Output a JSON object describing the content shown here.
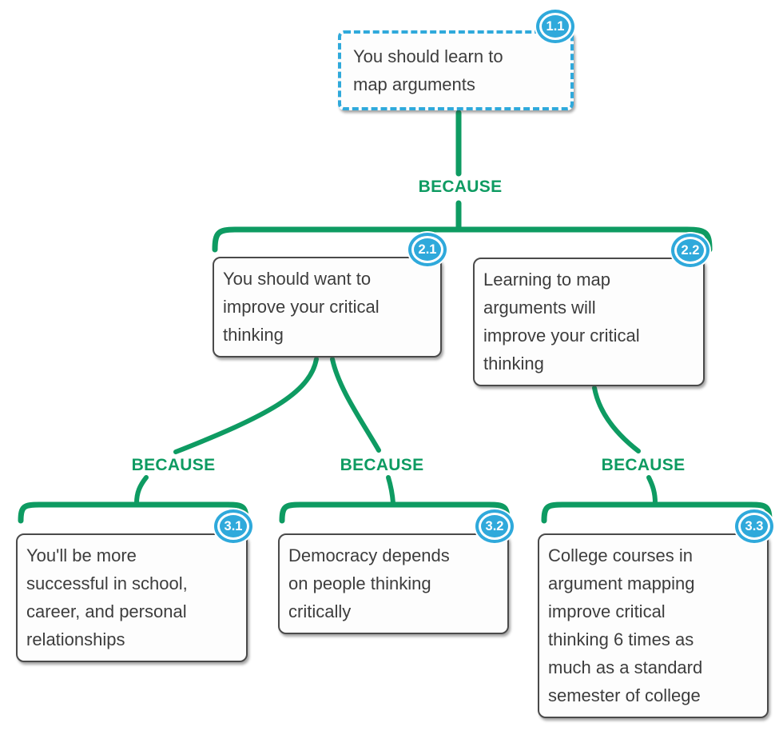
{
  "colors": {
    "connector_green": "#0e9b62",
    "badge_blue": "#2fa9db",
    "selected_border_blue": "#2fa9db",
    "node_border_gray": "#4a4a4a",
    "node_text_gray": "#3d3d3d",
    "node_background": "#fdfdfd",
    "canvas_background": "#ffffff"
  },
  "connector_label": "BECAUSE",
  "nodes": [
    {
      "id": "1.1",
      "text": "You should learn to\nmap arguments",
      "selected": true
    },
    {
      "id": "2.1",
      "text": "You should want to\nimprove your critical\nthinking",
      "selected": false
    },
    {
      "id": "2.2",
      "text": "Learning to map\narguments will\nimprove your critical\nthinking",
      "selected": false
    },
    {
      "id": "3.1",
      "text": "You'll be more\nsuccessful in school,\ncareer, and personal\nrelationships",
      "selected": false
    },
    {
      "id": "3.2",
      "text": "Democracy depends\non people thinking\ncritically",
      "selected": false
    },
    {
      "id": "3.3",
      "text": "College courses in\nargument mapping\nimprove critical\nthinking 6 times as\nmuch as a standard\nsemester of college",
      "selected": false
    }
  ]
}
